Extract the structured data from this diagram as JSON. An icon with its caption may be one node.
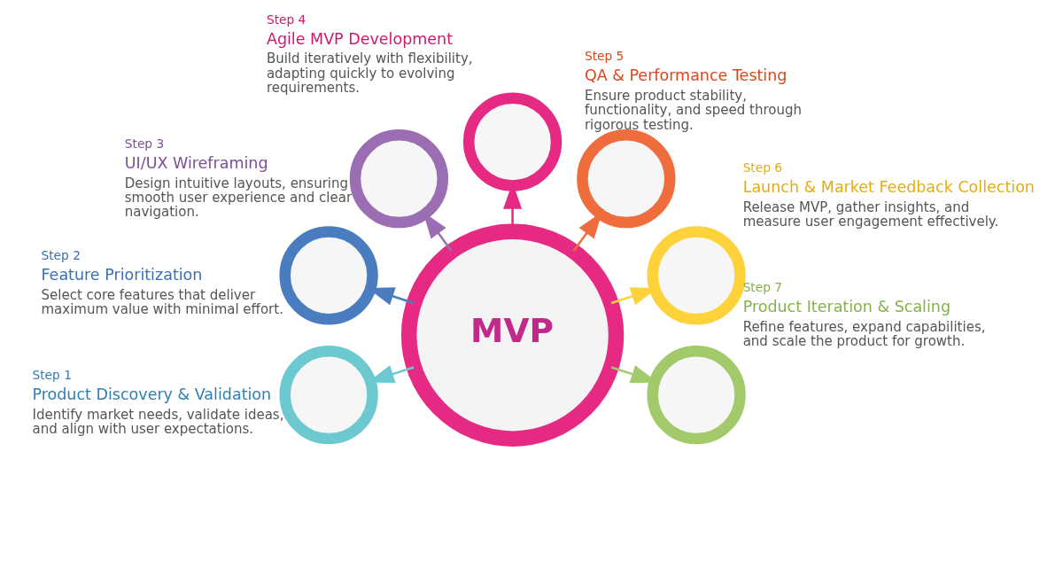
{
  "diagram": {
    "nodes": [
      {
        "text": [
          "MVP"
        ]
      },
      {
        "text": [],
        "shape": "circle",
        "beside": [
          "Step 1",
          "Product Discovery & Validation",
          "Identify market needs, validate ideas, and align with user expectations."
        ]
      },
      {
        "text": [],
        "shape": "circle",
        "beside": [
          "Step 2",
          "Feature Prioritization",
          "Select core features that deliver maximum value with minimal effort."
        ]
      },
      {
        "text": [],
        "shape": "circle",
        "beside": [
          "Step 3",
          "UI/UX Wireframing",
          "Design intuitive layouts, ensuring smooth user experience and clear navigation."
        ]
      },
      {
        "text": [],
        "shape": "circle",
        "beside": [
          "Step 4",
          "Agile MVP Development",
          "Build iteratively with flexibility, adapting quickly to evolving requirements."
        ]
      },
      {
        "text": [],
        "shape": "circle",
        "beside": [
          "Step 5",
          "QA & Performance Testing",
          "Ensure product stability, functionality, and speed through rigorous testing."
        ]
      },
      {
        "text": [],
        "shape": "circle",
        "beside": [
          "Step 6",
          "Launch & Market Feedback Collection",
          "Release MVP, gather insights, and measure user engagement effectively."
        ]
      },
      {
        "text": [],
        "shape": "circle",
        "beside": [
          "Step 7",
          "Product Iteration & Scaling",
          "Refine features, expand capabilities, and scale the product for growth."
        ]
      }
    ],
    "edges": [
      {
        "from": 0,
        "to": 1,
        "arrow": "to",
        "color": "#6cc9cf"
      },
      {
        "from": 0,
        "to": 2,
        "arrow": "to",
        "color": "#4a7cc0"
      },
      {
        "from": 0,
        "to": 3,
        "arrow": "to",
        "color": "#9b6db3"
      },
      {
        "from": 0,
        "to": 4,
        "arrow": "to",
        "color": "#e62a84"
      },
      {
        "from": 0,
        "to": 5,
        "arrow": "to",
        "color": "#ef6c3c"
      },
      {
        "from": 0,
        "to": 6,
        "arrow": "to",
        "color": "#fdd23a"
      },
      {
        "from": 0,
        "to": 7,
        "arrow": "to",
        "color": "#a2c96a"
      }
    ]
  }
}
